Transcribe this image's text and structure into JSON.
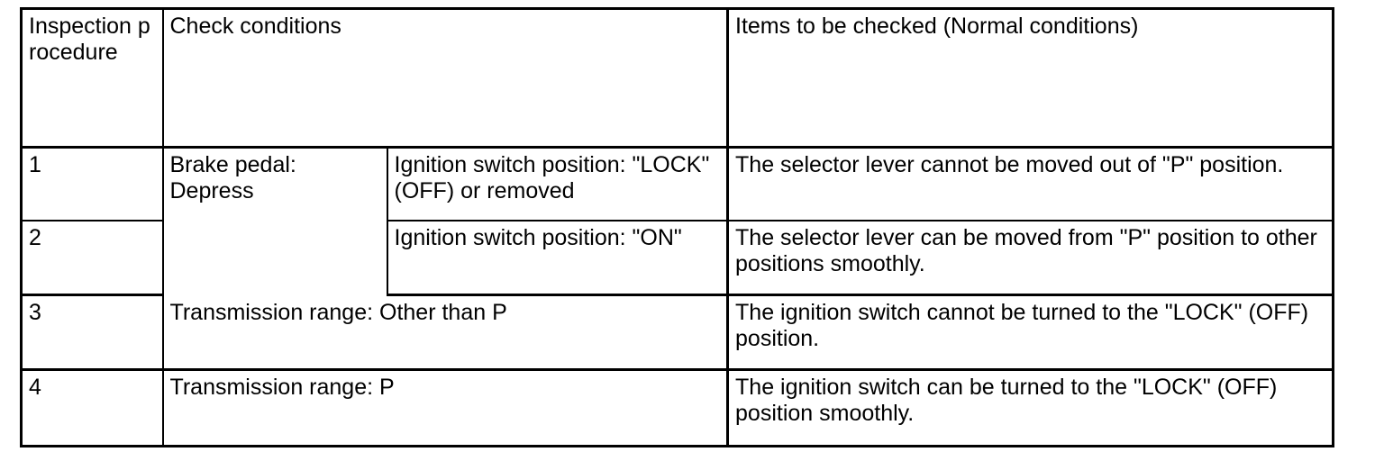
{
  "table": {
    "headers": {
      "inspection_procedure": "Inspection procedure",
      "check_conditions": "Check conditions",
      "items_to_be_checked": "Items to be checked (Normal conditions)"
    },
    "rows": [
      {
        "procedure": "1",
        "condition_primary": "Brake pedal: Depress",
        "condition_secondary": "Ignition switch position: \"LOCK\" (OFF) or removed",
        "item_checked": "The selector lever cannot be moved out of \"P\" position."
      },
      {
        "procedure": "2",
        "condition_primary": "",
        "condition_secondary": "Ignition switch position: \"ON\"",
        "item_checked": "The selector lever can be moved from \"P\" position to other positions smoothly."
      },
      {
        "procedure": "3",
        "condition_primary": "Transmission range: Other than P",
        "condition_secondary": "",
        "item_checked": "The ignition switch cannot be turned to the \"LOCK\" (OFF) position."
      },
      {
        "procedure": "4",
        "condition_primary": "Transmission range: P",
        "condition_secondary": "",
        "item_checked": "The ignition switch can be turned to the \"LOCK\" (OFF) position smoothly."
      }
    ]
  },
  "colors": {
    "border": "#000000",
    "background": "#ffffff",
    "text": "#000000"
  }
}
